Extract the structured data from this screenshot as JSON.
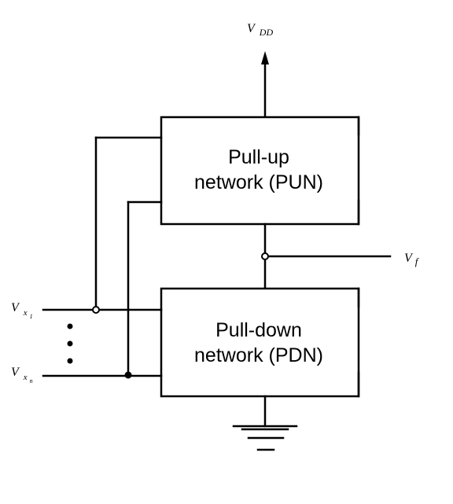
{
  "supply": {
    "main": "V",
    "subscript": "DD"
  },
  "pull_up_network": {
    "line1": "Pull-up",
    "line2": "network (PUN)"
  },
  "pull_down_network": {
    "line1": "Pull-down",
    "line2": "network (PDN)"
  },
  "output": {
    "main": "V",
    "subscript": "f"
  },
  "inputs": [
    {
      "main": "V",
      "sub": "x",
      "index": "1"
    },
    {
      "main": "V",
      "sub": "x",
      "index": "n"
    }
  ],
  "colors": {
    "line": "#000000",
    "background": "#ffffff"
  }
}
